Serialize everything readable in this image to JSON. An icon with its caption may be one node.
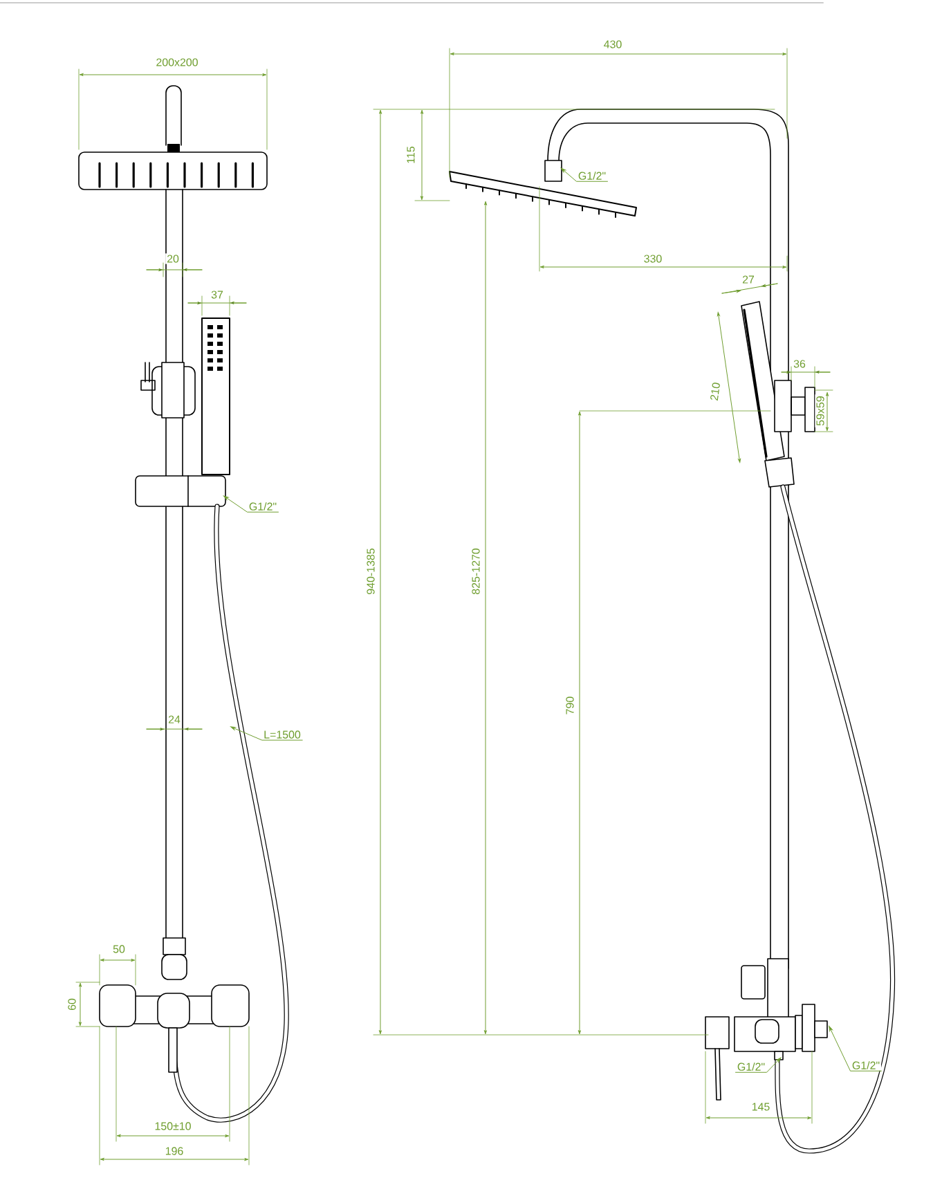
{
  "diagram": {
    "nodes": [
      {
        "text": [
          "G1/2\""
        ]
      },
      {
        "text": [
          "L=1500"
        ]
      },
      {
        "text": [
          "G1/2\""
        ]
      },
      {
        "text": [
          "G1/2\""
        ]
      },
      {
        "text": [
          "G1/2\""
        ]
      }
    ],
    "edges": [
      {
        "from": 0,
        "to": null,
        "arrow": "to"
      },
      {
        "from": 1,
        "to": null,
        "arrow": "to"
      },
      {
        "from": 2,
        "to": null,
        "arrow": "to"
      },
      {
        "from": 3,
        "to": null,
        "arrow": "to"
      },
      {
        "from": 4,
        "to": null,
        "arrow": "to"
      }
    ],
    "labels": [
      "200x200",
      "20",
      "37",
      "24",
      "50",
      "60",
      "150±10",
      "196",
      "430",
      "115",
      "330",
      "27",
      "210",
      "36",
      "59x59",
      "940-1385",
      "825-1270",
      "790",
      "145"
    ]
  }
}
